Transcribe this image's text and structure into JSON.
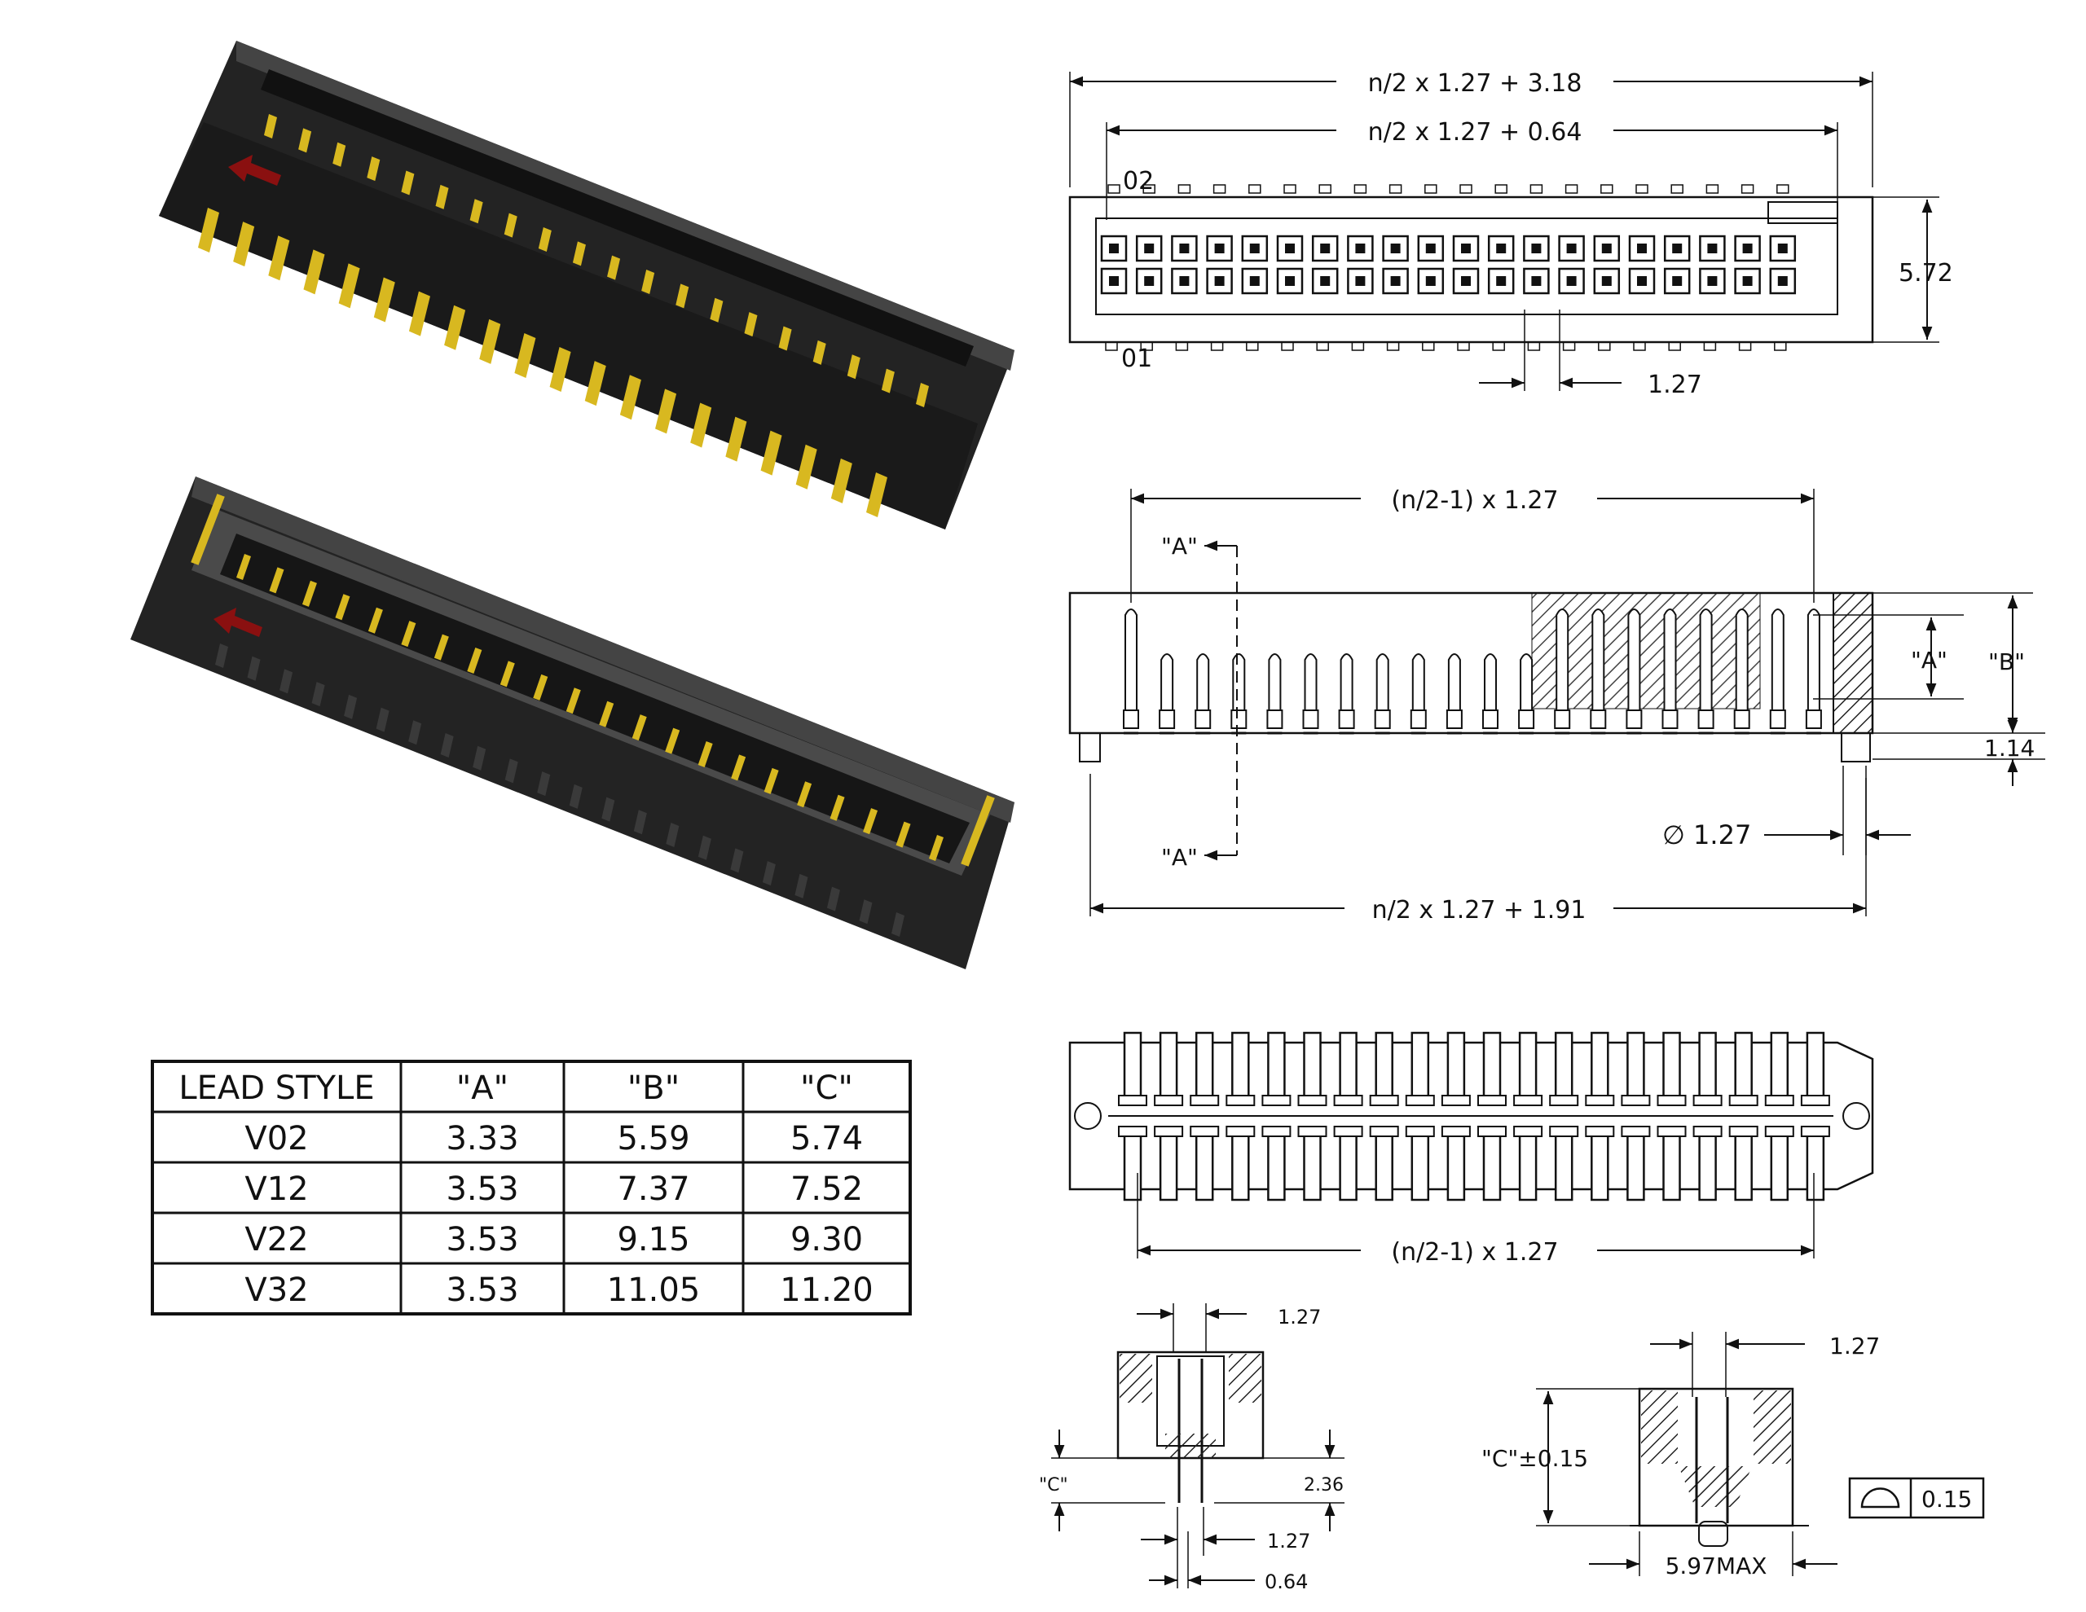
{
  "top_view": {
    "overall_dim": "n/2 x 1.27 + 3.18",
    "inner_dim": "n/2 x 1.27 + 0.64",
    "pin_02": "02",
    "pin_01": "01",
    "height_dim": "5.72",
    "pitch_dim": "1.27"
  },
  "side_view": {
    "pitch_span": "(n/2-1) x 1.27",
    "section_top": "\"A\"",
    "section_bottom": "\"A\"",
    "dim_a": "\"A\"",
    "dim_b": "\"B\"",
    "dim_114": "1.14",
    "hole_dim": "∅ 1.27",
    "base_span": "n/2 x 1.27 + 1.91"
  },
  "bottom_view": {
    "pitch_span": "(n/2-1) x 1.27"
  },
  "end_view_left": {
    "pitch": "1.27",
    "dim_c": "\"C\"",
    "dim_236": "2.36",
    "pitch2": "1.27",
    "lead": "0.64"
  },
  "end_view_right": {
    "pitch": "1.27",
    "dim_c_tol": "\"C\"±0.15",
    "width": "5.97MAX",
    "flatness": "0.15"
  },
  "table": {
    "headers": [
      "LEAD STYLE",
      "\"A\"",
      "\"B\"",
      "\"C\""
    ],
    "rows": [
      [
        "V02",
        "3.33",
        "5.59",
        "5.74"
      ],
      [
        "V12",
        "3.53",
        "7.37",
        "7.52"
      ],
      [
        "V22",
        "3.53",
        "9.15",
        "9.30"
      ],
      [
        "V32",
        "3.53",
        "11.05",
        "11.20"
      ]
    ]
  },
  "colors": {
    "housing": "#1f1f1f",
    "gold": "#d8b820",
    "marker": "#8a1010"
  }
}
